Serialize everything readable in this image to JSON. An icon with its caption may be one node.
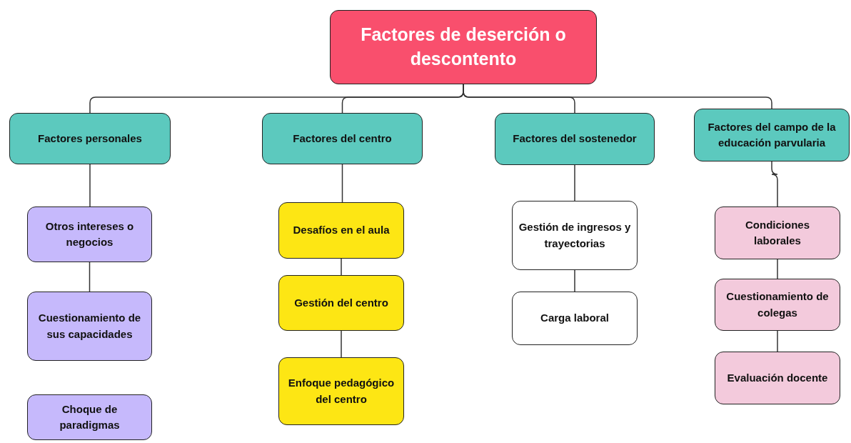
{
  "diagram": {
    "nodes": [
      {
        "text": [
          "Factores de deserción o descontento"
        ]
      },
      {
        "text": [
          "Factores personales"
        ]
      },
      {
        "text": [
          "Factores del centro"
        ]
      },
      {
        "text": [
          "Factores del sostenedor"
        ]
      },
      {
        "text": [
          "Factores del campo de la educación parvularia"
        ]
      },
      {
        "text": [
          "Otros intereses o negocios"
        ]
      },
      {
        "text": [
          "Cuestionamiento de sus capacidades"
        ]
      },
      {
        "text": [
          "Choque de paradigmas"
        ]
      },
      {
        "text": [
          "Desafíos en el aula"
        ]
      },
      {
        "text": [
          "Gestión del centro"
        ]
      },
      {
        "text": [
          "Enfoque pedagógico del centro"
        ]
      },
      {
        "text": [
          "Gestión de ingresos y trayectorias"
        ]
      },
      {
        "text": [
          "Carga laboral"
        ]
      },
      {
        "text": [
          "Condiciones laborales"
        ]
      },
      {
        "text": [
          "Cuestionamiento de colegas"
        ]
      },
      {
        "text": [
          "Evaluación docente"
        ]
      }
    ],
    "edges": [
      {
        "from": 0,
        "to": 1,
        "arrow": "none"
      },
      {
        "from": 0,
        "to": 2,
        "arrow": "none"
      },
      {
        "from": 0,
        "to": 3,
        "arrow": "none"
      },
      {
        "from": 0,
        "to": 4,
        "arrow": "none"
      },
      {
        "from": 1,
        "to": 5,
        "arrow": "none"
      },
      {
        "from": 5,
        "to": 6,
        "arrow": "none"
      },
      {
        "from": 2,
        "to": 8,
        "arrow": "none"
      },
      {
        "from": 8,
        "to": 9,
        "arrow": "none"
      },
      {
        "from": 9,
        "to": 10,
        "arrow": "none"
      },
      {
        "from": 3,
        "to": 11,
        "arrow": "none"
      },
      {
        "from": 11,
        "to": 12,
        "arrow": "none"
      },
      {
        "from": 4,
        "to": 13,
        "arrow": "none"
      },
      {
        "from": 13,
        "to": 14,
        "arrow": "none"
      },
      {
        "from": 14,
        "to": 15,
        "arrow": "none"
      }
    ]
  }
}
